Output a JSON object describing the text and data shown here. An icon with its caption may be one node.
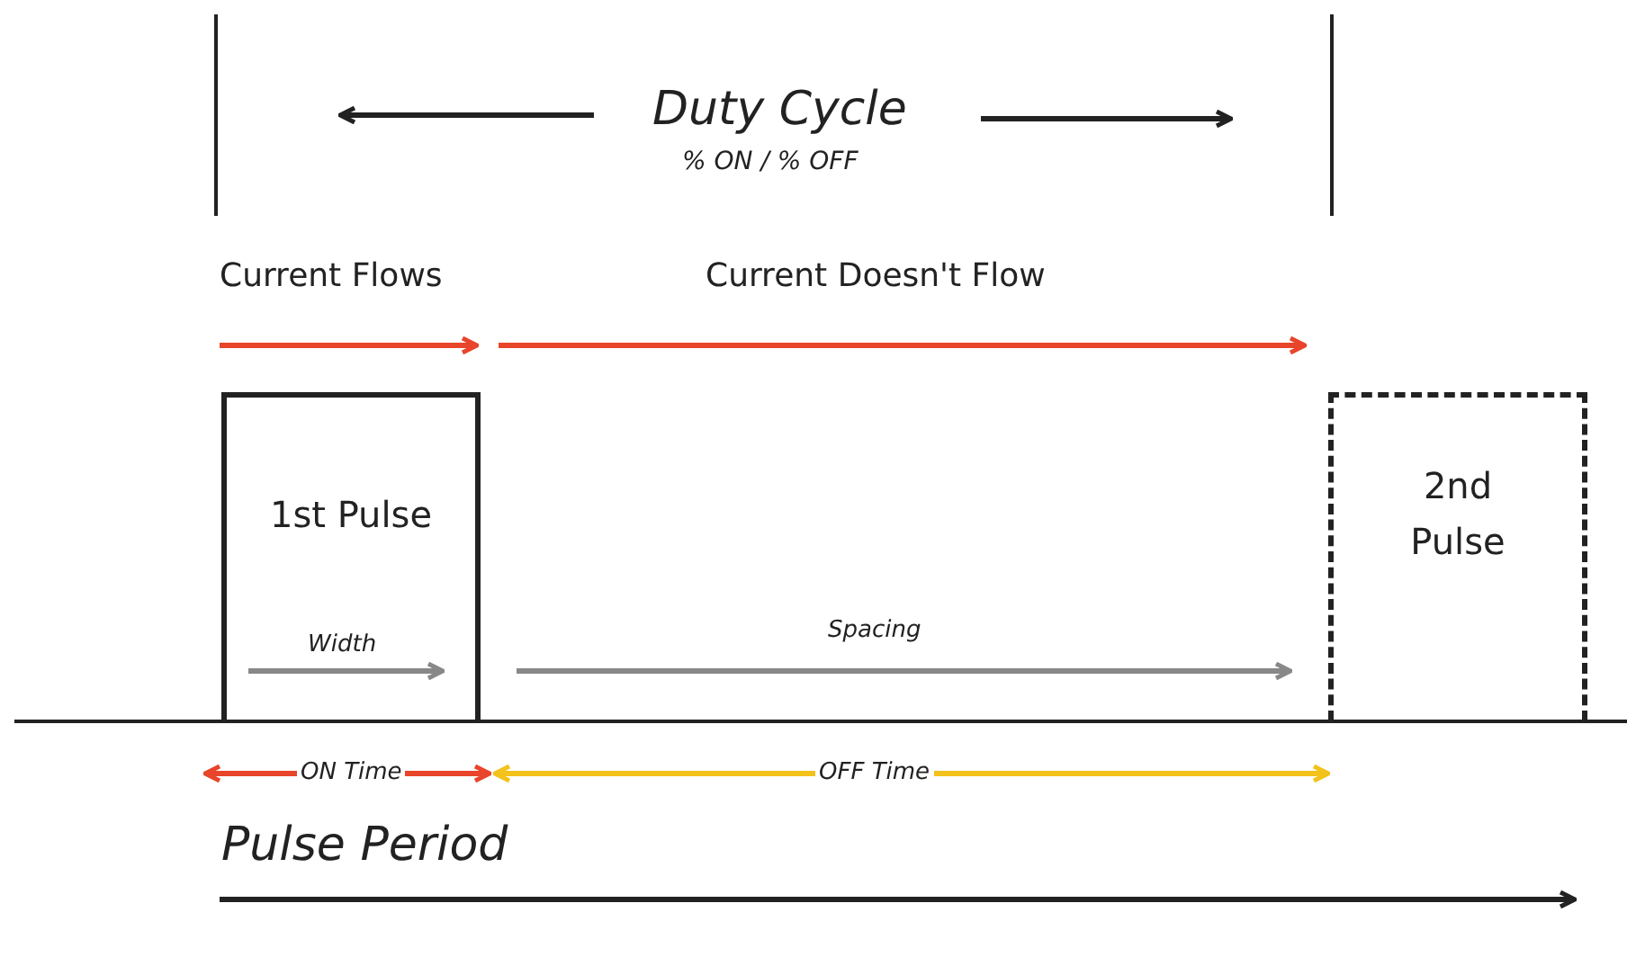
{
  "diagram": {
    "nodes": [
      {
        "text": [
          "1st Pulse"
        ]
      },
      {
        "text": [
          "2nd Pulse"
        ]
      }
    ],
    "labels": [
      "Duty Cycle",
      "% ON / % OFF",
      "Current Flows",
      "Current Doesn't Flow",
      "Width",
      "Spacing",
      "ON Time",
      "OFF Time",
      "Pulse Period"
    ]
  }
}
